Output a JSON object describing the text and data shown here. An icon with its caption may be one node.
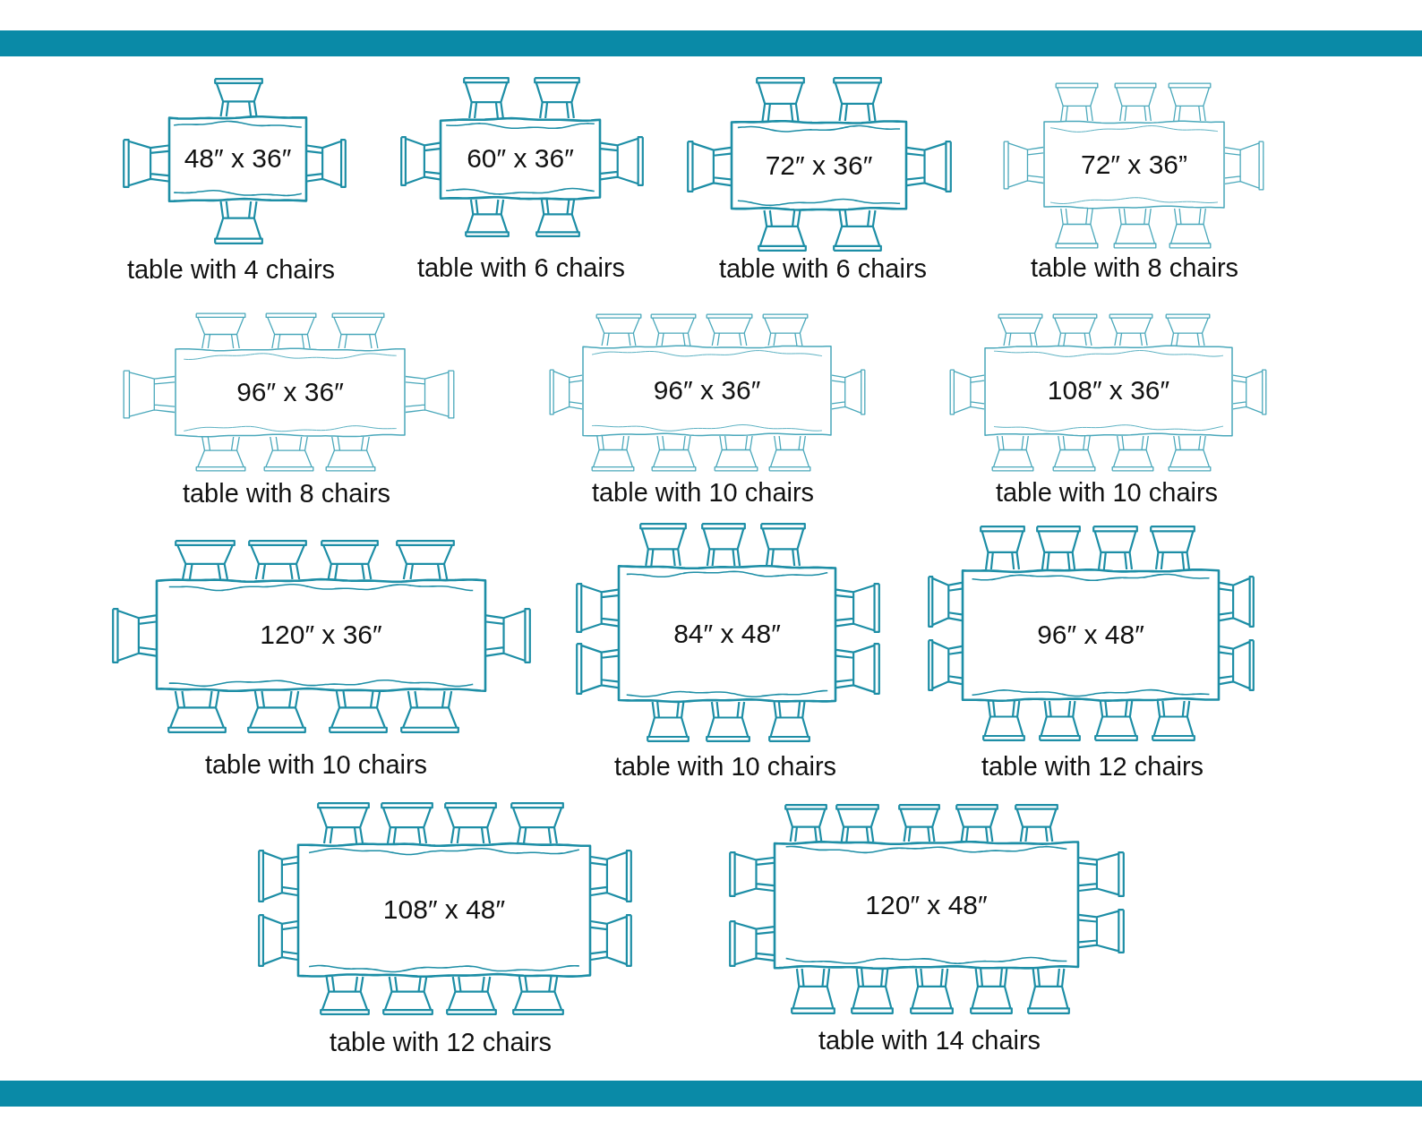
{
  "diagram": {
    "nodes": [
      {
        "text": [
          "48″ x 36″"
        ],
        "beside": [
          "table with 4 chairs"
        ]
      },
      {
        "text": [
          "60″ x 36″"
        ],
        "beside": [
          "table with 6 chairs"
        ]
      },
      {
        "text": [
          "72″ x 36″"
        ],
        "beside": [
          "table with 6 chairs"
        ]
      },
      {
        "text": [
          "72″ x 36”"
        ],
        "beside": [
          "table with 8 chairs"
        ]
      },
      {
        "text": [
          "96″ x 36″"
        ],
        "beside": [
          "table with 8 chairs"
        ]
      },
      {
        "text": [
          "96″ x 36″"
        ],
        "beside": [
          "table with 10 chairs"
        ]
      },
      {
        "text": [
          "108″ x 36″"
        ],
        "beside": [
          "table with 10 chairs"
        ]
      },
      {
        "text": [
          "120″ x 36″"
        ],
        "beside": [
          "table with 10 chairs"
        ]
      },
      {
        "text": [
          "84″ x 48″"
        ],
        "beside": [
          "table with 10 chairs"
        ]
      },
      {
        "text": [
          "96″ x 48″"
        ],
        "beside": [
          "table with 12 chairs"
        ]
      },
      {
        "text": [
          "108″ x 48″"
        ],
        "beside": [
          "table with 12 chairs"
        ]
      },
      {
        "text": [
          "120″ x 48″"
        ],
        "beside": [
          "table with 14 chairs"
        ]
      }
    ]
  }
}
